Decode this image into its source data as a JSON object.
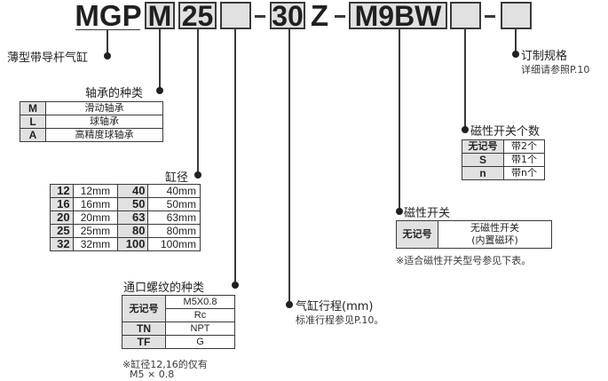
{
  "model_code": {
    "prefix": "MGP",
    "fields": [
      {
        "id": "bearing",
        "value": "M"
      },
      {
        "id": "bore",
        "value": "25"
      },
      {
        "id": "port_thread",
        "value": ""
      },
      {
        "id": "stroke",
        "value": "30"
      },
      {
        "id": "z_suffix",
        "value": "Z"
      },
      {
        "id": "switch",
        "value": "M9BW"
      },
      {
        "id": "switch_count",
        "value": ""
      },
      {
        "id": "made_to_order",
        "value": ""
      }
    ],
    "dash": "-"
  },
  "callouts": {
    "series": {
      "title": "薄型带导杆气缸"
    },
    "bearing": {
      "title": "轴承的种类",
      "rows": [
        {
          "code": "M",
          "desc": "滑动轴承"
        },
        {
          "code": "L",
          "desc": "球轴承"
        },
        {
          "code": "A",
          "desc": "高精度球轴承"
        }
      ]
    },
    "bore": {
      "title": "缸径",
      "rows": [
        {
          "code1": "12",
          "val1": "12mm",
          "code2": "40",
          "val2": "40mm"
        },
        {
          "code1": "16",
          "val1": "16mm",
          "code2": "50",
          "val2": "50mm"
        },
        {
          "code1": "20",
          "val1": "20mm",
          "code2": "63",
          "val2": "63mm"
        },
        {
          "code1": "25",
          "val1": "25mm",
          "code2": "80",
          "val2": "80mm"
        },
        {
          "code1": "32",
          "val1": "32mm",
          "code2": "100",
          "val2": "100mm"
        }
      ]
    },
    "port_thread": {
      "title": "通口螺纹的种类",
      "rows": [
        {
          "code": "无记号",
          "desc1": "M5X0.8",
          "desc2": "Rc"
        },
        {
          "code": "TN",
          "desc": "NPT"
        },
        {
          "code": "TF",
          "desc": "G"
        }
      ],
      "note_line1": "※缸径12,16的仅有",
      "note_line2": "M5 × 0.8"
    },
    "stroke": {
      "title": "气缸行程(mm)",
      "note": "标准行程参见P.10。"
    },
    "switch": {
      "title": "磁性开关",
      "rows": [
        {
          "code": "无记号",
          "desc1": "无磁性开关",
          "desc2": "(内置磁环)"
        }
      ],
      "note": "※适合磁性开关型号参见下表。"
    },
    "switch_count": {
      "title": "磁性开关个数",
      "rows": [
        {
          "code": "无记号",
          "desc": "带2个"
        },
        {
          "code": "S",
          "desc": "带1个"
        },
        {
          "code": "n",
          "desc": "带n个"
        }
      ]
    },
    "made_to_order": {
      "title": "订制规格",
      "note": "详细请参照P.10"
    }
  },
  "colors": {
    "box_fill": "#e1e1e1",
    "line": "#3a3a3a",
    "text": "#231f20"
  }
}
